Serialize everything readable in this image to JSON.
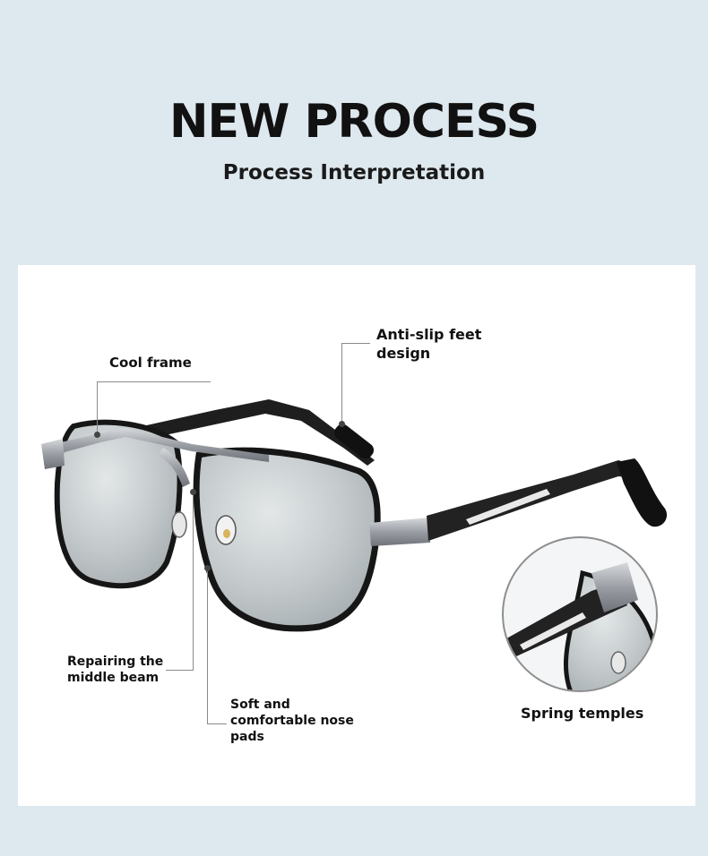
{
  "header": {
    "title": "NEW PROCESS",
    "subtitle": "Process Interpretation"
  },
  "callouts": {
    "cool_frame": "Cool frame",
    "anti_slip_line1": "Anti-slip feet",
    "anti_slip_line2": "design",
    "middle_beam_line1": "Repairing the",
    "middle_beam_line2": "middle beam",
    "nose_pads_line1": "Soft and",
    "nose_pads_line2": "comfortable nose",
    "nose_pads_line3": "pads",
    "spring_temples": "Spring temples"
  },
  "colors": {
    "background": "#dee8ef",
    "panel": "#ffffff",
    "text": "#111111",
    "lens": "#c9ced0",
    "frame": "#1b1b1b",
    "metal": "#9ea1a6"
  }
}
